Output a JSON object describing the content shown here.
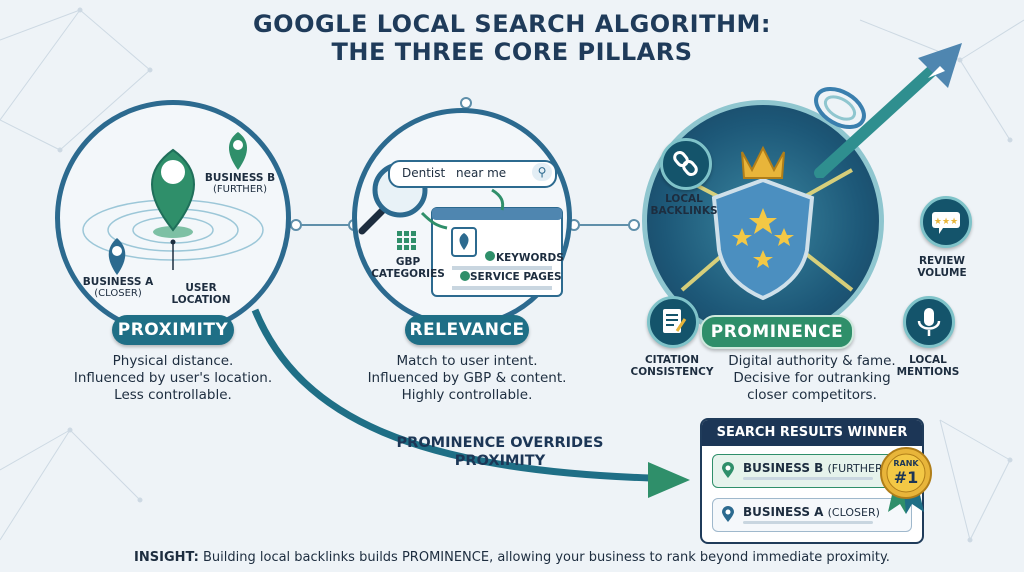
{
  "title_line1": "GOOGLE LOCAL SEARCH ALGORITHM:",
  "title_line2": "THE THREE CORE PILLARS",
  "pillars": {
    "proximity": {
      "label": "PROXIMITY",
      "desc": [
        "Physical distance.",
        "Influenced by user's location.",
        "Less controllable."
      ],
      "business_b": "BUSINESS B",
      "business_b_sub": "(FURTHER)",
      "business_a": "BUSINESS A",
      "business_a_sub": "(CLOSER)",
      "user_location_1": "USER",
      "user_location_2": "LOCATION"
    },
    "relevance": {
      "label": "RELEVANCE",
      "desc": [
        "Match to user intent.",
        "Influenced by GBP & content.",
        "Highly controllable."
      ],
      "search_word1": "Dentist",
      "search_word2": "near me",
      "gbp_1": "GBP",
      "gbp_2": "CATEGORIES",
      "keywords": "KEYWORDS",
      "service_pages": "SERVICE PAGES"
    },
    "prominence": {
      "label": "PROMINENCE",
      "desc": [
        "Digital authority & fame.",
        "Decisive for outranking",
        "closer competitors."
      ],
      "local_backlinks_1": "LOCAL",
      "local_backlinks_2": "BACKLINKS",
      "review_volume_1": "REVIEW",
      "review_volume_2": "VOLUME",
      "citation_1": "CITATION",
      "citation_2": "CONSISTENCY",
      "mentions_1": "LOCAL",
      "mentions_2": "MENTIONS"
    }
  },
  "override_1": "PROMINENCE OVERRIDES",
  "override_2": "PROXIMITY",
  "winner": {
    "header": "SEARCH RESULTS WINNER",
    "result1_name": "BUSINESS B",
    "result1_sub": "(FURTHER)",
    "result2_name": "BUSINESS A",
    "result2_sub": "(CLOSER)",
    "rank_1": "RANK",
    "rank_2": "#1"
  },
  "insight_label": "INSIGHT:",
  "insight_text": " Building local backlinks builds PROMINENCE, allowing your business to rank beyond immediate proximity.",
  "colors": {
    "navy": "#1c3656",
    "teal": "#1f6f86",
    "green": "#2f8f6a",
    "gold": "#e8b53a"
  }
}
